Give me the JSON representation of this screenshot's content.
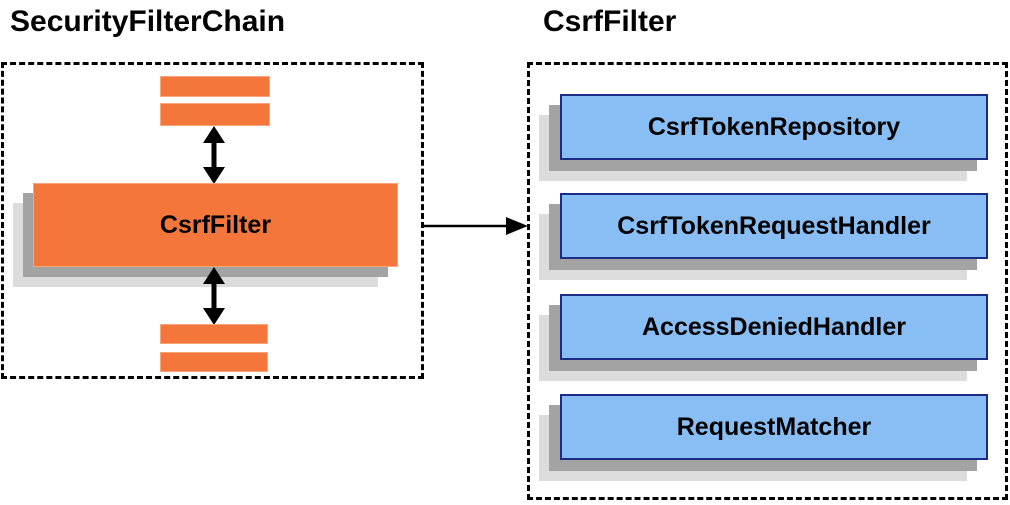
{
  "left_panel": {
    "title": "SecurityFilterChain",
    "filter_box_label": "CsrfFilter"
  },
  "right_panel": {
    "title": "CsrfFilter",
    "components": [
      "CsrfTokenRepository",
      "CsrfTokenRequestHandler",
      "AccessDeniedHandler",
      "RequestMatcher"
    ]
  },
  "colors": {
    "orange_fill": "#F5763B",
    "blue_fill": "#88BEF4",
    "blue_border": "#1A2C85",
    "shadow_dark": "#A3A3A3",
    "shadow_light": "#DCDCDC",
    "dashed_border": "#000000",
    "background": "#FFFFFF"
  }
}
